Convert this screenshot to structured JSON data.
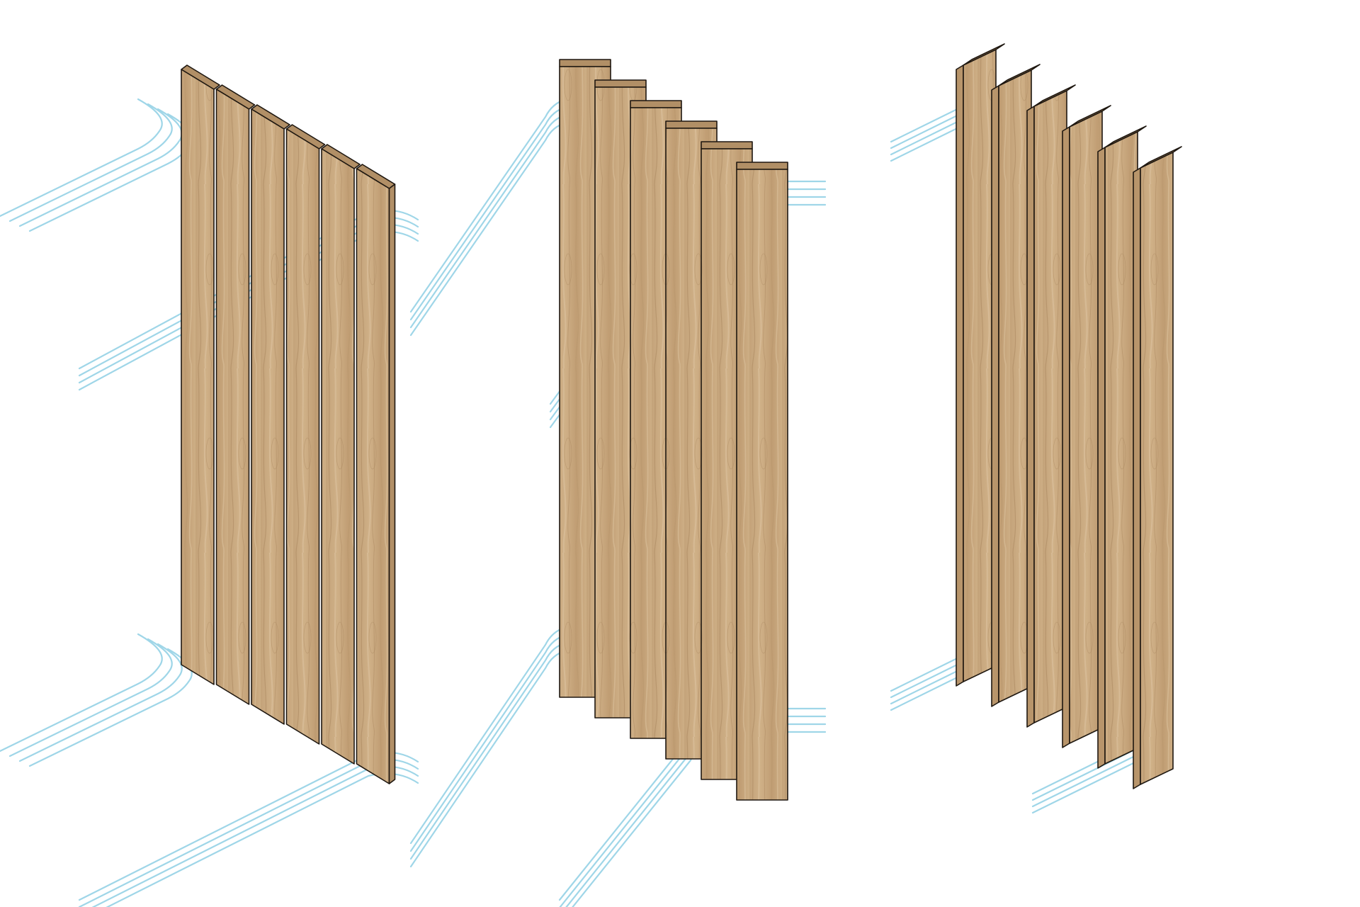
{
  "diagram": {
    "panels": [
      {
        "name": "flush-boards",
        "board_count": 6
      },
      {
        "name": "offset-stepped-boards",
        "board_count": 6
      },
      {
        "name": "separated-rotated-slats",
        "board_count": 6
      }
    ],
    "colors": {
      "wood_base": "#c7a77f",
      "wood_grain_dark": "#a9865e",
      "wood_grain_light": "#dcc29f",
      "edge": "#1e1710",
      "end_face": "#b18f66",
      "airflow": "#9fd6e8",
      "background": "#ffffff"
    },
    "icons": [
      "airflow-lines-icon",
      "wood-board-icon"
    ]
  }
}
